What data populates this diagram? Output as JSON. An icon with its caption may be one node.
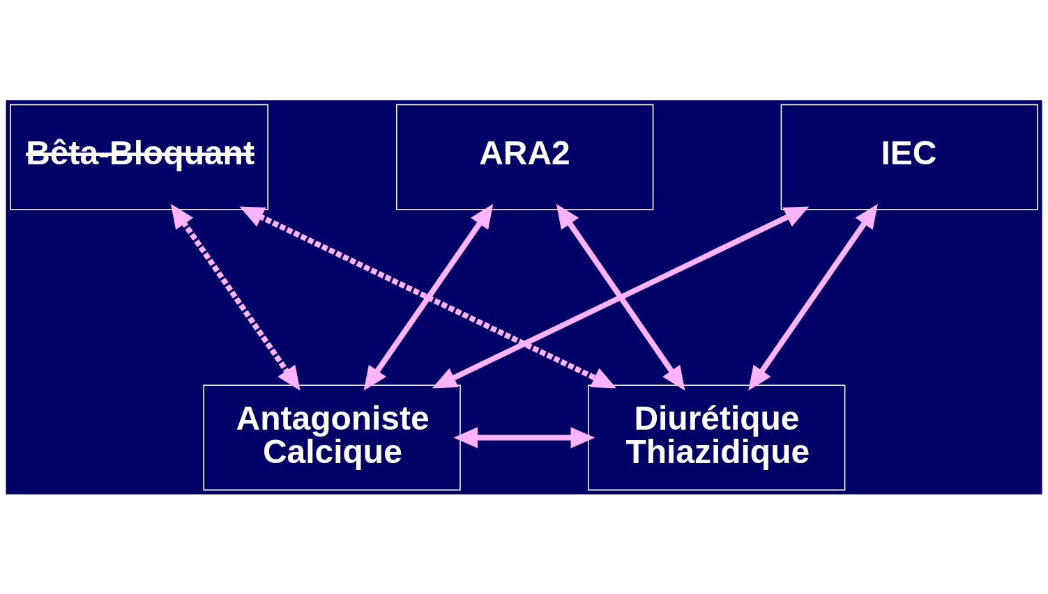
{
  "diagram": {
    "nodes": [
      {
        "text": [
          "Bêta-Bloquant"
        ]
      },
      {
        "text": [
          "ARA2"
        ]
      },
      {
        "text": [
          "IEC"
        ]
      },
      {
        "text": [
          "Antagoniste Calcique"
        ]
      },
      {
        "text": [
          "Diurétique Thiazidique"
        ]
      }
    ],
    "edges": [
      {
        "from": 0,
        "to": 3,
        "arrow": "both",
        "style": "dashed"
      },
      {
        "from": 0,
        "to": 4,
        "arrow": "both",
        "style": "dashed"
      },
      {
        "from": 1,
        "to": 3,
        "arrow": "both"
      },
      {
        "from": 1,
        "to": 4,
        "arrow": "both"
      },
      {
        "from": 2,
        "to": 3,
        "arrow": "both"
      },
      {
        "from": 2,
        "to": 4,
        "arrow": "both"
      },
      {
        "from": 3,
        "to": 4,
        "arrow": "both"
      }
    ]
  }
}
